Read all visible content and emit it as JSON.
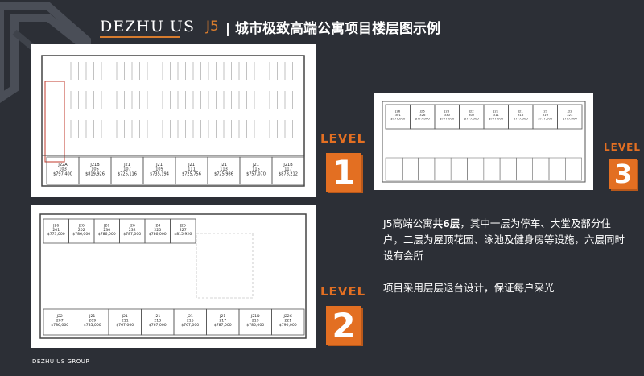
{
  "header": {
    "brand": "DEZHU US",
    "code": "J5",
    "title": "| 城市极致高端公寓项目楼层图示例"
  },
  "level_word": "LEVEL",
  "levels": [
    {
      "number": "1"
    },
    {
      "number": "2"
    },
    {
      "number": "3"
    }
  ],
  "description": {
    "line1_pre": "J5高端公寓",
    "line1_bold": "共6层",
    "line1_post": "，其中一层为停车、大堂及部分住",
    "line2": "户，二层为屋顶花园、泳池及健身房等设施，六层同时",
    "line3": "设有会所",
    "line4": "项目采用层层退台设计，保证每户采光"
  },
  "footer": "DEZHU US GROUP",
  "floor1_units": [
    {
      "unit": "J22A",
      "no": "103",
      "price": "$797,400"
    },
    {
      "unit": "J21B",
      "no": "105",
      "price": "$819,926"
    },
    {
      "unit": "J21",
      "no": "107",
      "price": "$726,116"
    },
    {
      "unit": "J21",
      "no": "109",
      "price": "$735,194"
    },
    {
      "unit": "J21",
      "no": "111",
      "price": "$725,756"
    },
    {
      "unit": "J21",
      "no": "113",
      "price": "$725,986"
    },
    {
      "unit": "J21",
      "no": "115",
      "price": "$757,070"
    },
    {
      "unit": "J21B",
      "no": "117",
      "price": "$878,212"
    }
  ],
  "floor2_top_units": [
    {
      "unit": "J26",
      "no": "201",
      "price": "$773,000"
    },
    {
      "unit": "J26",
      "no": "202",
      "price": "$786,000"
    },
    {
      "unit": "J26",
      "no": "230",
      "price": "$786,000"
    },
    {
      "unit": "J26",
      "no": "232",
      "price": "$787,000"
    },
    {
      "unit": "J24",
      "no": "225",
      "price": "$786,000"
    },
    {
      "unit": "J26",
      "no": "227",
      "price": "$815,926"
    }
  ],
  "floor2_bottom_units": [
    {
      "unit": "J22",
      "no": "207",
      "price": "$786,000"
    },
    {
      "unit": "J21",
      "no": "209",
      "price": "$785,000"
    },
    {
      "unit": "J21",
      "no": "211",
      "price": "$767,000"
    },
    {
      "unit": "J21",
      "no": "213",
      "price": "$767,000"
    },
    {
      "unit": "J21",
      "no": "215",
      "price": "$767,000"
    },
    {
      "unit": "J21",
      "no": "217",
      "price": "$787,000"
    },
    {
      "unit": "J21D",
      "no": "219",
      "price": "$785,000"
    },
    {
      "unit": "J22C",
      "no": "221",
      "price": "$790,000"
    }
  ],
  "floor3_units": [
    {
      "unit": "J26",
      "no": "301",
      "price": "$777,000"
    },
    {
      "unit": "J26",
      "no": "326",
      "price": "$777,000"
    },
    {
      "unit": "J26",
      "no": "330",
      "price": "$777,000"
    },
    {
      "unit": "J22",
      "no": "307",
      "price": "$777,000"
    },
    {
      "unit": "J21",
      "no": "311",
      "price": "$777,000"
    },
    {
      "unit": "J21",
      "no": "315",
      "price": "$777,000"
    },
    {
      "unit": "J21",
      "no": "319",
      "price": "$777,000"
    },
    {
      "unit": "J22",
      "no": "323",
      "price": "$777,000"
    }
  ],
  "colors": {
    "background": "#2c2f36",
    "accent": "#e36f22",
    "brand_accent": "#d77c2e"
  }
}
